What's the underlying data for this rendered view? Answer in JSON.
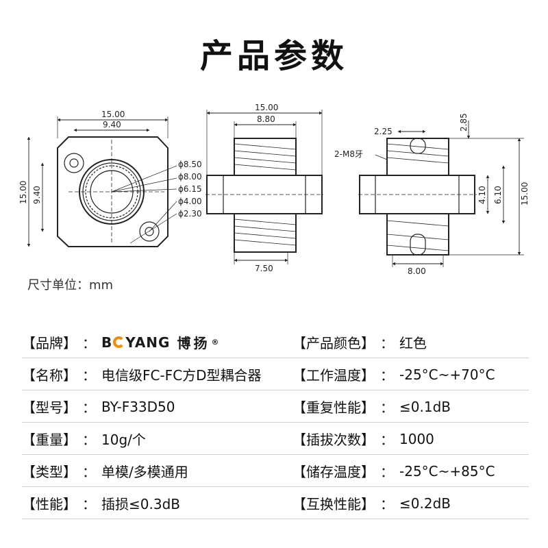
{
  "title": "产品参数",
  "drawing": {
    "front": {
      "dim_top_outer": "15.00",
      "dim_top_inner": "9.40",
      "dim_left_outer": "15.00",
      "dim_left_inner": "9.40",
      "diameters": [
        "ϕ8.50",
        "ϕ8.00",
        "ϕ6.15",
        "ϕ4.00",
        "ϕ2.30"
      ]
    },
    "side": {
      "dim_top_outer": "15.00",
      "dim_top_inner": "8.80",
      "dim_bottom": "7.50"
    },
    "end": {
      "dim_small": "2.25",
      "dim_vertical_top": "2.85",
      "thread_note": "2-M8牙",
      "dim_right_1": "4.10",
      "dim_right_2": "6.10",
      "dim_right_3": "15.00",
      "dim_bottom": "8.00"
    }
  },
  "unit_note": "尺寸单位：mm",
  "specs": [
    {
      "left_label": "【品牌】",
      "left_value": "",
      "right_label": "【产品颜色】",
      "right_value": "红色"
    },
    {
      "left_label": "【名称】",
      "left_value": "电信级FC-FC方D型耦合器",
      "right_label": "【工作温度】",
      "right_value": "-25°C~+70°C"
    },
    {
      "left_label": "【型号】",
      "left_value": "BY-F33D50",
      "right_label": "【重复性能】",
      "right_value": "≤0.1dB"
    },
    {
      "left_label": "【重量】",
      "left_value": "10g/个",
      "right_label": "【插拔次数】",
      "right_value": "1000"
    },
    {
      "left_label": "【类型】",
      "left_value": "单模/多模通用",
      "right_label": "【储存温度】",
      "right_value": "-25°C~+85°C"
    },
    {
      "left_label": "【性能】",
      "left_value": "插损≤0.3dB",
      "right_label": "【互换性能】",
      "right_value": "≤0.2dB"
    }
  ],
  "brand": {
    "latin_before": "B",
    "latin_after": "YANG",
    "chinese": "博扬",
    "registered": "®",
    "accent_color": "#f28c00"
  },
  "separator": "："
}
